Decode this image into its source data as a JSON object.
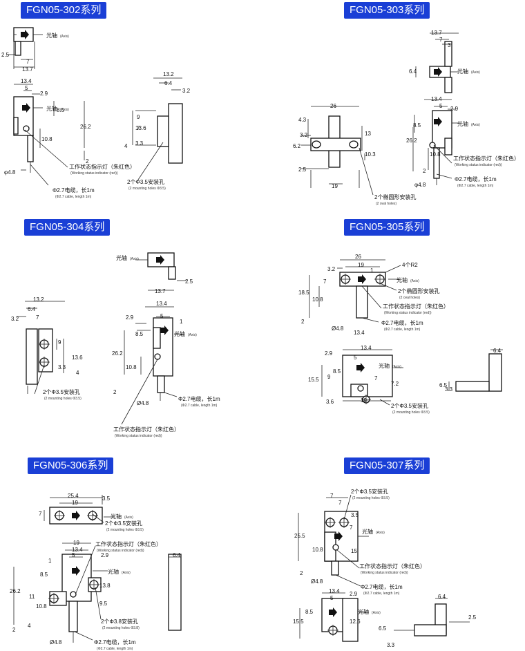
{
  "series_titles": {
    "s302": "FGN05-302系列",
    "s303": "FGN05-303系列",
    "s304": "FGN05-304系列",
    "s305": "FGN05-305系列",
    "s306": "FGN05-306系列",
    "s307": "FGN05-307系列"
  },
  "labels": {
    "axis_cn": "光轴",
    "axis_en": "(Axis)",
    "indicator_cn": "工作状态指示灯（朱红色）",
    "indicator_en": "(Working status indicator (red))",
    "cable_cn": "Φ2.7电缆，长1m",
    "cable_en": "(Φ2.7 cable, length 1m)",
    "holes35_cn": "2个Φ3.5安装孔",
    "holes35_en": "(2 mounting holes Φ3.5)",
    "oval_cn": "2个椭圆形安装孔",
    "oval_en": "(2 oval holes)",
    "holes38_cn": "2个Φ3.8安装孔",
    "holes38_en": "(2 mounting holes Φ3.8)",
    "r2": "4个R2"
  },
  "dims": {
    "d302": [
      "2.5",
      "7",
      "13.7",
      "13.4",
      "5",
      "2.9",
      "8.5",
      "26.2",
      "10.8",
      "2",
      "φ4.8",
      "13.2",
      "6.4",
      "3.2",
      "9",
      "13.6",
      "7",
      "3.3",
      "4"
    ],
    "d303": [
      "13.7",
      "7",
      "3",
      "6.4",
      "13.4",
      "5",
      "2.9",
      "8.5",
      "26.2",
      "10.8",
      "2",
      "φ4.8",
      "26",
      "4.3",
      "3.2",
      "6.2",
      "13",
      "10.3",
      "2.5",
      "19"
    ],
    "d304": [
      "13.2",
      "6.4",
      "3.2",
      "7",
      "9",
      "13.6",
      "3.3",
      "4",
      "2.5",
      "13.7",
      "13.4",
      "5",
      "2.9",
      "8.5",
      "1",
      "26.2",
      "10.8",
      "2",
      "Ø4.8"
    ],
    "d305": [
      "26",
      "3.2",
      "19",
      "1",
      "7",
      "18.5",
      "10.8",
      "2",
      "Ø4.8",
      "13.4",
      "2.9",
      "5",
      "8.5",
      "15.5",
      "9",
      "7",
      "7.2",
      "3.6",
      "19",
      "6.4",
      "6.5",
      "3.3"
    ],
    "d306": [
      "25.4",
      "19",
      "3.5",
      "7",
      "19",
      "13.4",
      "5",
      "2.9",
      "8.5",
      "1",
      "26.2",
      "11",
      "10.8",
      "2",
      "4",
      "13.8",
      "9.5",
      "Ø4.8",
      "6.4"
    ],
    "d307": [
      "7",
      "7",
      "3.5",
      "7",
      "25.5",
      "15",
      "10.8",
      "2",
      "Ø4.8",
      "13.4",
      "5",
      "2.9",
      "8.5",
      "15.5",
      "12.6",
      "6.4",
      "2.5",
      "6.5",
      "3.3"
    ]
  }
}
